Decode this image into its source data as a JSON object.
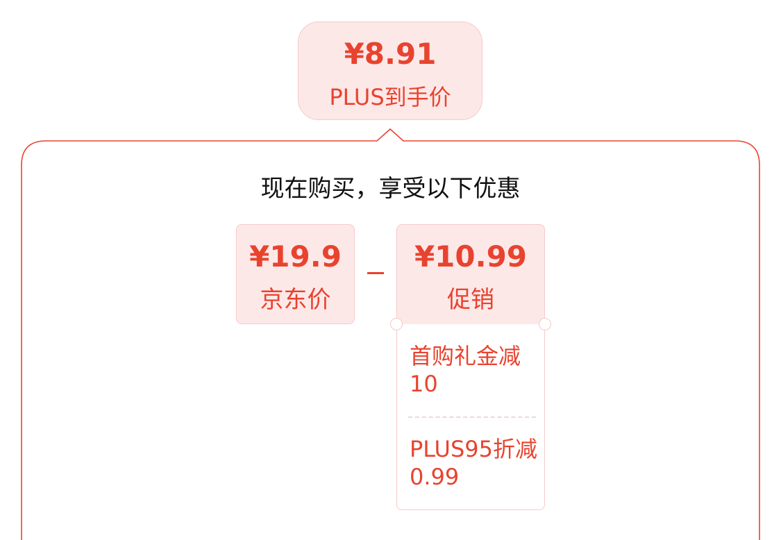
{
  "final_price": {
    "amount": "¥8.91",
    "label": "PLUS到手价"
  },
  "headline": "现在购买，享受以下优惠",
  "jd_price": {
    "amount": "¥19.9",
    "label": "京东价"
  },
  "operator": "minus",
  "promotion": {
    "amount": "¥10.99",
    "label": "促销",
    "details": [
      {
        "text": "首购礼金减10"
      },
      {
        "text": "PLUS95折减0.99"
      }
    ]
  },
  "colors": {
    "accent": "#e8432f",
    "card_bg": "#fde8e8",
    "border": "#f6c9c9"
  }
}
